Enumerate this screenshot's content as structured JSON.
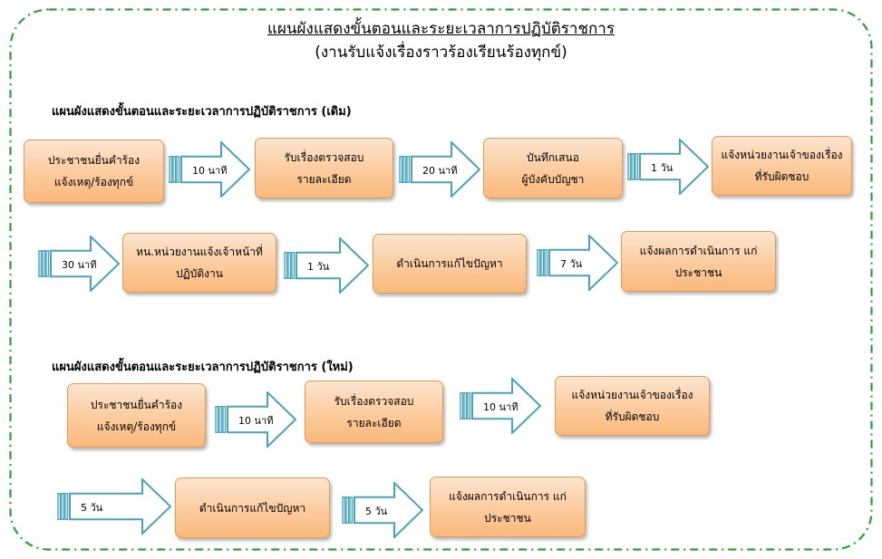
{
  "title": "แผนผังแสดงขั้นตอนและระยะเวลาการปฏิบัติราชการ",
  "subtitle": "(งานรับแจ้งเรื่องราวร้องเรียนร้องทุกข์)",
  "old_section": {
    "heading": "แผนผังแสดงขั้นตอนและระยะเวลาการปฏิบัติราชการ (เดิม)",
    "steps": [
      "ประชาชนยื่นคำร้อง\nแจ้งเหตุ/ร้องทุกข์",
      "รับเรื่องตรวจสอบ\nรายละเอียด",
      "บันทึกเสนอ\nผู้บังคับบัญชา",
      "แจ้งหน่วยงานเจ้าของเรื่อง\nที่รับผิดชอบ",
      "หน.หน่วยงานแจ้งเจ้าหน้าที่\nปฏิบัติงาน",
      "ดำเนินการแก้ไขปัญหา",
      "แจ้งผลการดำเนินการ      แก่\nประชาชน"
    ],
    "durations": [
      "10 นาที",
      "20 นาที",
      "1 วัน",
      "30 นาที",
      "1 วัน",
      "7 วัน"
    ]
  },
  "new_section": {
    "heading": "แผนผังแสดงขั้นตอนและระยะเวลาการปฏิบัติราชการ (ใหม่)",
    "steps": [
      "ประชาชนยื่นคำร้อง\nแจ้งเหตุ/ร้องทุกข์",
      "รับเรื่องตรวจสอบ\nรายละเอียด",
      "แจ้งหน่วยงานเจ้าของเรื่อง\nที่รับผิดชอบ",
      "ดำเนินการแก้ไขปัญหา",
      "แจ้งผลการดำเนินการ      แก่\nประชาชน"
    ],
    "durations": [
      "10 นาที",
      "10 นาที",
      "5 วัน",
      "5 วัน"
    ]
  },
  "colors": {
    "frame": "#2e9e3a",
    "box_fill": "#fbc999",
    "box_border": "#e59a52",
    "arrow_stroke": "#4aa3bd"
  }
}
